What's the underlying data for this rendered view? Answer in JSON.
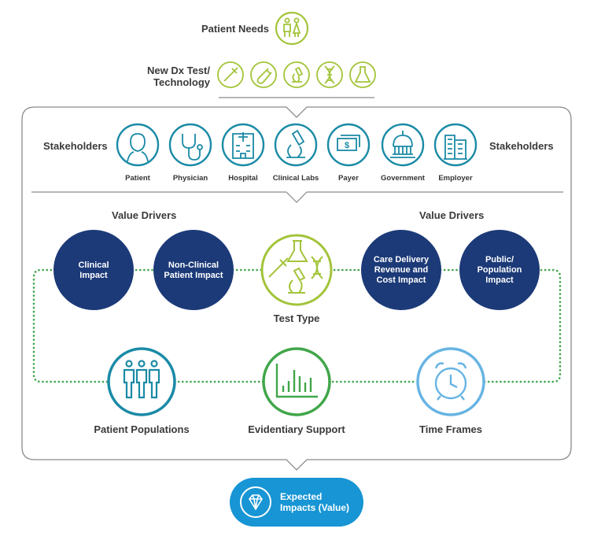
{
  "top": {
    "patient_needs": "Patient Needs",
    "new_dx_line1": "New Dx Test/",
    "new_dx_line2": "Technology"
  },
  "stakeholders": {
    "label_left": "Stakeholders",
    "label_right": "Stakeholders",
    "items": [
      "Patient",
      "Physician",
      "Hospital",
      "Clinical Labs",
      "Payer",
      "Government",
      "Employer"
    ]
  },
  "value_drivers": {
    "label_left": "Value Drivers",
    "label_right": "Value Drivers",
    "clinical_line1": "Clinical",
    "clinical_line2": "Impact",
    "nonclinical_line1": "Non-Clinical",
    "nonclinical_line2": "Patient Impact",
    "care_line1": "Care Delivery",
    "care_line2": "Revenue and",
    "care_line3": "Cost Impact",
    "public_line1": "Public/",
    "public_line2": "Population",
    "public_line3": "Impact"
  },
  "center": {
    "test_type": "Test Type"
  },
  "bottom": {
    "patient_populations": "Patient Populations",
    "evidentiary_support": "Evidentiary Support",
    "time_frames": "Time Frames"
  },
  "result": {
    "line1": "Expected",
    "line2": "Impacts (Value)"
  },
  "colors": {
    "lime": "#a3c43a",
    "teal": "#1a8aa6",
    "navy": "#1c3a78",
    "green": "#41a64a",
    "light_blue": "#67b4e3",
    "pill_blue": "#1795d4",
    "frame_gray": "#8a8a8a"
  }
}
